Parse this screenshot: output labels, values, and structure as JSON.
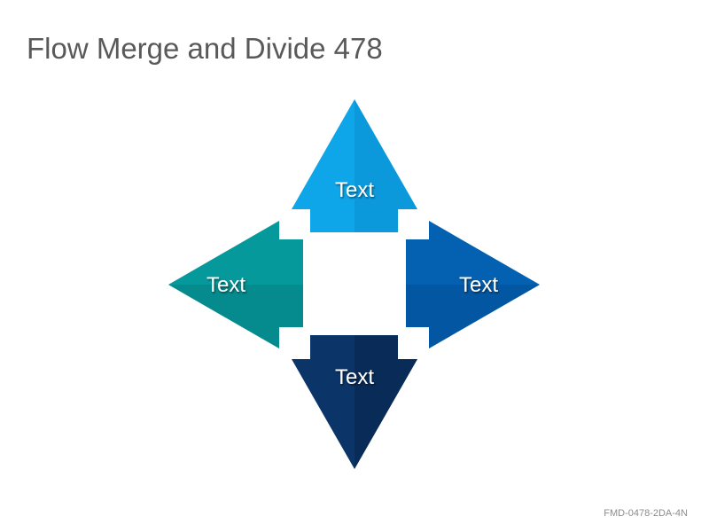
{
  "title": "Flow Merge and Divide 478",
  "arrows": {
    "up": {
      "label": "Text",
      "color": "#0ea5e9",
      "shade": "#0b8fd0"
    },
    "right": {
      "label": "Text",
      "color": "#0461b1",
      "shade": "#034f95"
    },
    "down": {
      "label": "Text",
      "color": "#0b3468",
      "shade": "#07264f"
    },
    "left": {
      "label": "Text",
      "color": "#06999b",
      "shade": "#047e80"
    }
  },
  "footer": {
    "code": "FMD-0478-2DA-4N"
  }
}
